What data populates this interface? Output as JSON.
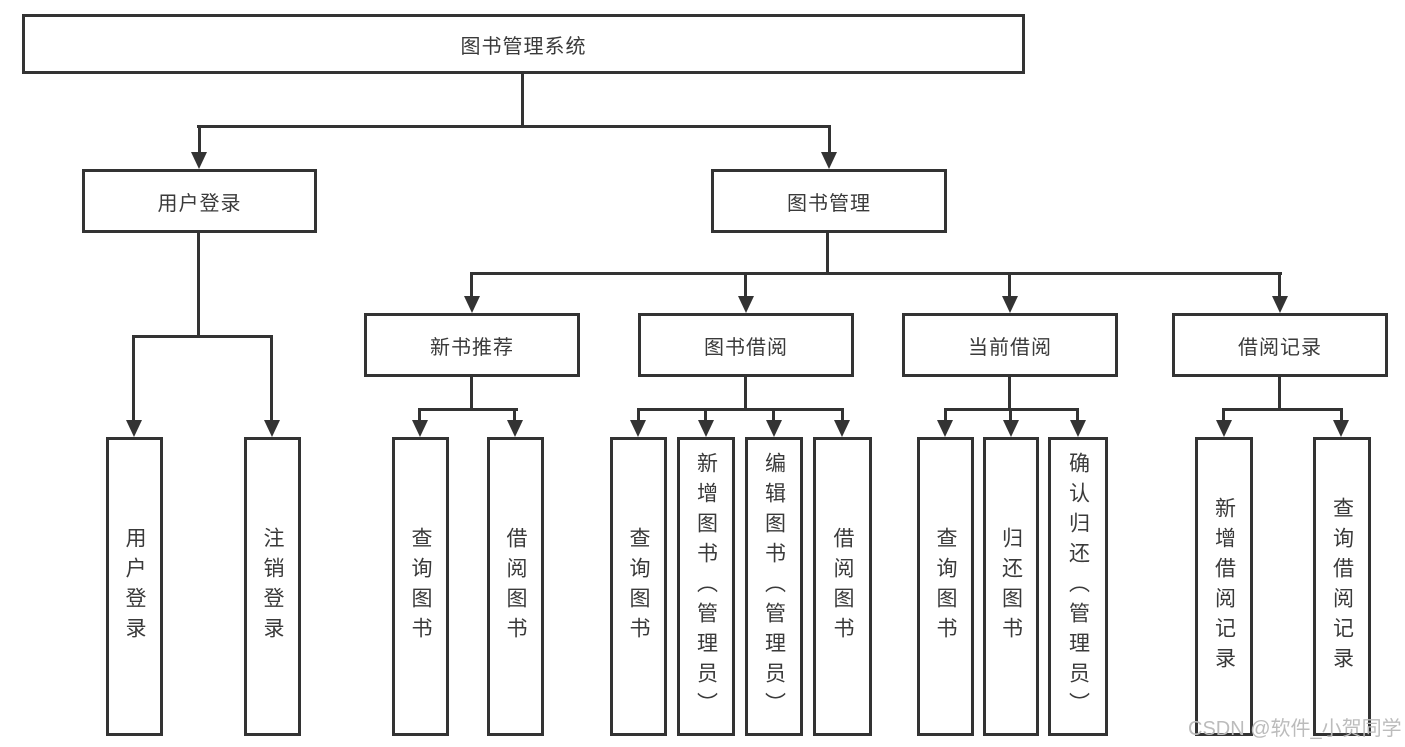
{
  "diagram": {
    "root": "图书管理系统",
    "user_branch": {
      "label": "用户登录",
      "children": [
        "用户登录",
        "注销登录"
      ]
    },
    "book_branch": {
      "label": "图书管理"
    },
    "modules": [
      {
        "label": "新书推荐",
        "children": [
          "查询图书",
          "借阅图书"
        ]
      },
      {
        "label": "图书借阅",
        "children": [
          "查询图书",
          "新增图书（管理员）",
          "编辑图书（管理员）",
          "借阅图书"
        ]
      },
      {
        "label": "当前借阅",
        "children": [
          "查询图书",
          "归还图书",
          "确认归还（管理员）"
        ]
      },
      {
        "label": "借阅记录",
        "children": [
          "新增借阅记录",
          "查询借阅记录"
        ]
      }
    ],
    "watermark": "CSDN @软件_小贺同学",
    "colors": {
      "line": "#333333",
      "text": "#3a3a3a",
      "watermark": "#bcbcbc",
      "background": "#ffffff"
    }
  }
}
